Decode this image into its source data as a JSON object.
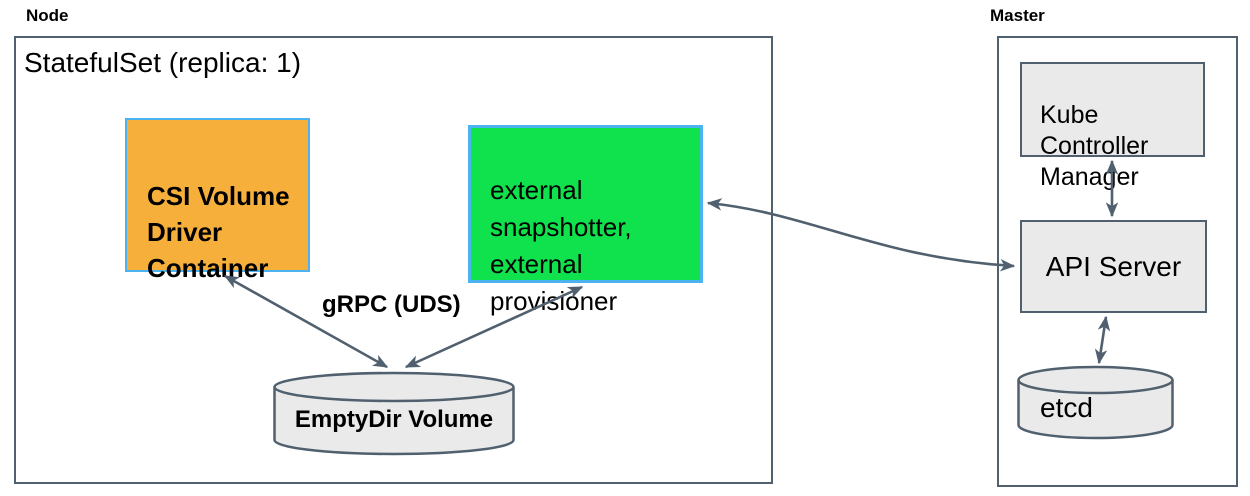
{
  "diagram": {
    "node": {
      "label": "Node",
      "statefulset_title": "StatefulSet (replica: 1)",
      "csi_box_label": "CSI Volume\nDriver\nContainer",
      "sidecar_box_label": "external\nsnapshotter,\nexternal\nprovisioner",
      "grpc_label": "gRPC (UDS)",
      "emptydir_label": "EmptyDir Volume"
    },
    "master": {
      "label": "Master",
      "kcm_box_label": "Kube\nController\nManager",
      "api_server_label": "API Server",
      "etcd_label": "etcd"
    },
    "colors": {
      "csi_fill": "#F6AF3B",
      "sidecar_fill": "#0FE24C",
      "box_border_blue": "#4BB4F0",
      "gray_fill": "#EAEAEA",
      "outline": "#50606F",
      "arrow": "#50606F"
    }
  }
}
